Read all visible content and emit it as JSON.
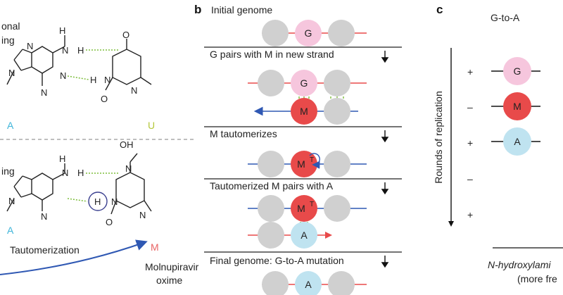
{
  "colors": {
    "guanine_pink": "#f6c6dd",
    "molnupiravir_red": "#e84a4a",
    "adenine_blue": "#bfe3f0",
    "grey_base": "#d0d0d0",
    "strand_red": "#e84a4a",
    "strand_blue": "#2f58b3",
    "hbond_green": "#7dbd3c",
    "label_cyan": "#3db4d9",
    "label_yellow_green": "#b4c73a",
    "label_salmon": "#e86565"
  },
  "panel_a": {
    "top_fragment_line1": "onal",
    "top_fragment_line2": "ing",
    "top_left_label": "A",
    "top_right_label": "U",
    "bottom_fragment": "ing",
    "bottom_left_label": "A",
    "bottom_right_label": "M",
    "tautomerization_label": "Tautomerization",
    "molnupiravir_line1": "Molnupiravir",
    "molnupiravir_line2": "oxime",
    "atoms": {
      "N": "N",
      "H": "H",
      "O": "O",
      "OH": "OH"
    }
  },
  "panel_b": {
    "letter": "b",
    "steps": [
      {
        "title": "Initial genome"
      },
      {
        "title": "G pairs with M in new strand"
      },
      {
        "title": "M tautomerizes"
      },
      {
        "title": "Tautomerized M pairs with A"
      },
      {
        "title": "Final genome: G-to-A mutation"
      }
    ],
    "bases": {
      "G": "G",
      "M": "M",
      "MT": "M",
      "MT_superscript": "T",
      "A": "A"
    }
  },
  "panel_c": {
    "letter": "c",
    "title": "G-to-A",
    "axis_label": "Rounds of replication",
    "signs": [
      "+",
      "–",
      "+",
      "–",
      "+"
    ],
    "bases": [
      "G",
      "M",
      "A"
    ],
    "bottom_line1": "N-hydroxylami",
    "bottom_line2": "(more fre"
  }
}
